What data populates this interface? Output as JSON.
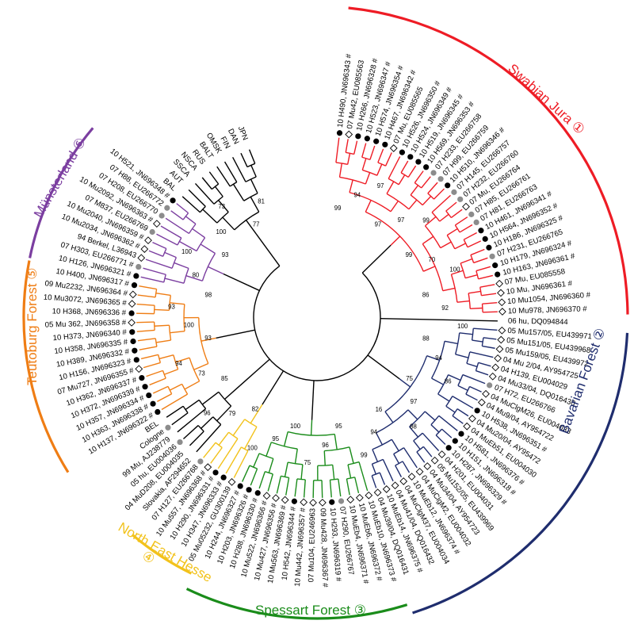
{
  "regions": {
    "swabian": {
      "name": "Swabian Jura",
      "symbol": "①",
      "color": "#ee1c25"
    },
    "bavarian": {
      "name": "Bavarian Forest",
      "symbol": "②",
      "color": "#1f2d6e"
    },
    "spessart": {
      "name": "Spessart Forest",
      "symbol": "③",
      "color": "#1a8c1a"
    },
    "nehesse": {
      "name": "North East Hesse",
      "symbol": "④",
      "color": "#f2c21b"
    },
    "teutoburg": {
      "name": "Teutoburg Forest",
      "symbol": "⑤",
      "color": "#ef7d14"
    },
    "muensterland": {
      "name": "Münsterland",
      "symbol": "⑥",
      "color": "#7b3ea0"
    },
    "outgroup": {
      "name": "",
      "symbol": "",
      "color": "#000000"
    }
  },
  "leaves": [
    {
      "label": "10 H490, JN696343 #",
      "marker": "filled",
      "region": "swabian"
    },
    {
      "label": "07 Mu42, EU085563",
      "marker": "open",
      "region": "swabian"
    },
    {
      "label": "10 H266, JN696328 #",
      "marker": "filled",
      "region": "swabian"
    },
    {
      "label": "10 H523, JN696347 #",
      "marker": "filled",
      "region": "swabian"
    },
    {
      "label": "10 H574, JN696354 #",
      "marker": "filled",
      "region": "swabian"
    },
    {
      "label": "10 H467, JN696342 #",
      "marker": "filled",
      "region": "swabian"
    },
    {
      "label": "07 Mu, EU085565",
      "marker": "open",
      "region": "swabian"
    },
    {
      "label": "10 H526, JN696350 #",
      "marker": "filled",
      "region": "swabian"
    },
    {
      "label": "10 H524, JN696349 #",
      "marker": "filled",
      "region": "swabian"
    },
    {
      "label": "10 H519, JN696345 #",
      "marker": "filled",
      "region": "swabian"
    },
    {
      "label": "10 H569, JN696353 #",
      "marker": "filled",
      "region": "swabian"
    },
    {
      "label": "07 H233, EU266758",
      "marker": "grey",
      "region": "swabian"
    },
    {
      "label": "07 H99, EU266759",
      "marker": "grey",
      "region": "swabian"
    },
    {
      "label": "10 H510, JN696346 #",
      "marker": "filled",
      "region": "swabian"
    },
    {
      "label": "07 H145, EU266757",
      "marker": "grey",
      "region": "swabian"
    },
    {
      "label": "07 H232, EU266760",
      "marker": "grey",
      "region": "swabian"
    },
    {
      "label": "07 Mu, EU266764",
      "marker": "open",
      "region": "swabian"
    },
    {
      "label": "07 H85, EU266761",
      "marker": "grey",
      "region": "swabian"
    },
    {
      "label": "07 H81, EU266763",
      "marker": "grey",
      "region": "swabian"
    },
    {
      "label": "10 H461, JN696341 #",
      "marker": "filled",
      "region": "swabian"
    },
    {
      "label": "10 H564, JN696352 #",
      "marker": "filled",
      "region": "swabian"
    },
    {
      "label": "10 H186, JN696325 #",
      "marker": "filled",
      "region": "swabian"
    },
    {
      "label": "07 H231, EU266765",
      "marker": "grey",
      "region": "swabian"
    },
    {
      "label": "10 H179, JN696324 #",
      "marker": "filled",
      "region": "swabian"
    },
    {
      "label": "10 H163, JN696361 #",
      "marker": "filled",
      "region": "swabian"
    },
    {
      "label": "07 Mu, EU085558",
      "marker": "open",
      "region": "swabian"
    },
    {
      "label": "10 Mu, JN696361 #",
      "marker": "open",
      "region": "swabian"
    },
    {
      "label": "10 Mu1054, JN696360 #",
      "marker": "open",
      "region": "swabian"
    },
    {
      "label": "10 Mu978, JN696370 #",
      "marker": "open",
      "region": "swabian"
    },
    {
      "label": "06 hu, DQ094844",
      "marker": "none",
      "region": "outgroup"
    },
    {
      "label": "05 Mu157/05, EU439971",
      "marker": "open",
      "region": "bavarian"
    },
    {
      "label": "05 Mu151/05, EU439968",
      "marker": "open",
      "region": "bavarian"
    },
    {
      "label": "05 Mu159/05, EU439972",
      "marker": "open",
      "region": "bavarian"
    },
    {
      "label": "04 Mu 2/04, AY954725",
      "marker": "open",
      "region": "bavarian"
    },
    {
      "label": "04 H139, EU004029",
      "marker": "open",
      "region": "bavarian"
    },
    {
      "label": "04 Mu33/04, DQ016430",
      "marker": "open",
      "region": "bavarian"
    },
    {
      "label": "07 H72, EU266766",
      "marker": "grey",
      "region": "bavarian"
    },
    {
      "label": "04 MuClgM26, EU004033",
      "marker": "open",
      "region": "bavarian"
    },
    {
      "label": "04 Mu9/04, AY954722",
      "marker": "open",
      "region": "bavarian"
    },
    {
      "label": "10 H538, JN696351 #",
      "marker": "filled",
      "region": "bavarian"
    },
    {
      "label": "04 Mu20/04, AY95472",
      "marker": "open",
      "region": "bavarian"
    },
    {
      "label": "04 MuEb51, EU004030",
      "marker": "open",
      "region": "bavarian"
    },
    {
      "label": "10 H581, JN696376 #",
      "marker": "filled",
      "region": "bavarian"
    },
    {
      "label": "10 H151, JN696318 #",
      "marker": "filled",
      "region": "bavarian"
    },
    {
      "label": "10 H287, JN696329 #",
      "marker": "filled",
      "region": "bavarian"
    },
    {
      "label": "04 H201, EU004031",
      "marker": "open",
      "region": "bavarian"
    },
    {
      "label": "05 Mu152/05, EU439969",
      "marker": "open",
      "region": "bavarian"
    },
    {
      "label": "04 Mu34/04, AY954723",
      "marker": "open",
      "region": "bavarian"
    },
    {
      "label": "04 MuClgM2, EU004032",
      "marker": "open",
      "region": "bavarian"
    },
    {
      "label": "10 MuEb12, JN696374 #",
      "marker": "open",
      "region": "bavarian"
    },
    {
      "label": "04 MuClgM37, EU004034",
      "marker": "open",
      "region": "bavarian"
    },
    {
      "label": "04 Mu41/04, DQ016432",
      "marker": "open",
      "region": "bavarian"
    },
    {
      "label": "10 MuEb14, JN696375 #",
      "marker": "open",
      "region": "bavarian"
    },
    {
      "label": "04 Mu39/04, DQ016431",
      "marker": "open",
      "region": "bavarian"
    },
    {
      "label": "10 MuEb10, JN696373 #",
      "marker": "open",
      "region": "spessart"
    },
    {
      "label": "10 MuEb6, JN696372 #",
      "marker": "open",
      "region": "spessart"
    },
    {
      "label": "10 MuEb4, JN696371 #",
      "marker": "open",
      "region": "spessart"
    },
    {
      "label": "07 H290, EU266767",
      "marker": "grey",
      "region": "spessart"
    },
    {
      "label": "10 H293, JN696319 #",
      "marker": "filled",
      "region": "spessart"
    },
    {
      "label": "09 Mu428, JN696367 #",
      "marker": "open",
      "region": "spessart"
    },
    {
      "label": "07 Mu104, EU246963",
      "marker": "open",
      "region": "spessart"
    },
    {
      "label": "10 Mu442, JN696357 #",
      "marker": "open",
      "region": "spessart"
    },
    {
      "label": "10 H542, JN696344 #",
      "marker": "filled",
      "region": "spessart"
    },
    {
      "label": "10 Mu563, JN696369 #",
      "marker": "open",
      "region": "spessart"
    },
    {
      "label": "10 Mu427, JN696356 #",
      "marker": "open",
      "region": "spessart"
    },
    {
      "label": "10 Mu522, JN696366 #",
      "marker": "open",
      "region": "spessart"
    },
    {
      "label": "10 H288, JN696330 #",
      "marker": "filled",
      "region": "spessart"
    },
    {
      "label": "10 H203, JN696326 #",
      "marker": "filled",
      "region": "spessart"
    },
    {
      "label": "10 H244, JN696327 #",
      "marker": "filled",
      "region": "spessart"
    },
    {
      "label": "05 Mu05232, GU300139",
      "marker": "open",
      "region": "nehesse"
    },
    {
      "label": "10 H347, JN696333 #",
      "marker": "filled",
      "region": "nehesse"
    },
    {
      "label": "10 H290, JN696331 #",
      "marker": "filled",
      "region": "nehesse"
    },
    {
      "label": "10 Mu557, JN696368 #",
      "marker": "open",
      "region": "nehesse"
    },
    {
      "label": "07 H127, EU266768",
      "marker": "grey",
      "region": "nehesse"
    },
    {
      "label": "Slovakia, AF294652",
      "marker": "none",
      "region": "outgroup"
    },
    {
      "label": "04 MuD208, EU004035",
      "marker": "none",
      "region": "outgroup"
    },
    {
      "label": "05 hu, EU004036",
      "marker": "grey",
      "region": "outgroup"
    },
    {
      "label": "99 Mu, AJ238779",
      "marker": "none",
      "region": "outgroup"
    },
    {
      "label": "Cologne",
      "marker": "grey",
      "region": "outgroup"
    },
    {
      "label": "BEL",
      "marker": "none",
      "region": "outgroup"
    },
    {
      "label": "10 H137, JN696322 #",
      "marker": "filled",
      "region": "teutoburg"
    },
    {
      "label": "10 H363, JN696338 #",
      "marker": "filled",
      "region": "teutoburg"
    },
    {
      "label": "10 H357, JN696334 #",
      "marker": "filled",
      "region": "teutoburg"
    },
    {
      "label": "10 H372, JN696339 #",
      "marker": "filled",
      "region": "teutoburg"
    },
    {
      "label": "10 H362, JN696337 #",
      "marker": "filled",
      "region": "teutoburg"
    },
    {
      "label": "07 Mu727, JN696355 #",
      "marker": "open",
      "region": "teutoburg"
    },
    {
      "label": "10 H156, JN696323 #",
      "marker": "filled",
      "region": "teutoburg"
    },
    {
      "label": "10 H389, JN696332 #",
      "marker": "filled",
      "region": "teutoburg"
    },
    {
      "label": "10 H358, JN696335 #",
      "marker": "filled",
      "region": "teutoburg"
    },
    {
      "label": "10 H373, JN696340 #",
      "marker": "filled",
      "region": "teutoburg"
    },
    {
      "label": "05 Mu 362, JN696358 #",
      "marker": "open",
      "region": "teutoburg"
    },
    {
      "label": "10 H368, JN696336 #",
      "marker": "filled",
      "region": "teutoburg"
    },
    {
      "label": "10 Mu3072, JN696365 #",
      "marker": "open",
      "region": "teutoburg"
    },
    {
      "label": "09 Mu2232, JN696364 #",
      "marker": "open",
      "region": "teutoburg"
    },
    {
      "label": "10 H400, JN696317 #",
      "marker": "filled",
      "region": "teutoburg"
    },
    {
      "label": "10 H126, JN696321 #",
      "marker": "filled",
      "region": "muensterland"
    },
    {
      "label": "07 H303, EU266771 #",
      "marker": "grey",
      "region": "muensterland"
    },
    {
      "label": "94 Berkel, L36943",
      "marker": "open",
      "region": "muensterland"
    },
    {
      "label": "10 Mu2034, JN696362 #",
      "marker": "open",
      "region": "muensterland"
    },
    {
      "label": "10 Mu2040, JN696359 #",
      "marker": "open",
      "region": "muensterland"
    },
    {
      "label": "07 M837, EU266769",
      "marker": "grey",
      "region": "muensterland"
    },
    {
      "label": "10 Mu2092, JN696363 #",
      "marker": "open",
      "region": "muensterland"
    },
    {
      "label": "07 H208, EU266770",
      "marker": "grey",
      "region": "muensterland"
    },
    {
      "label": "07 H88, EU266772",
      "marker": "grey",
      "region": "muensterland"
    },
    {
      "label": "10 H521, JN696348 #",
      "marker": "filled",
      "region": "muensterland"
    },
    {
      "label": "BAL",
      "marker": "none",
      "region": "outgroup"
    },
    {
      "label": "AUT",
      "marker": "none",
      "region": "outgroup"
    },
    {
      "label": "SSCA",
      "marker": "none",
      "region": "outgroup"
    },
    {
      "label": "NSCA",
      "marker": "none",
      "region": "outgroup"
    },
    {
      "label": "RUS",
      "marker": "none",
      "region": "outgroup"
    },
    {
      "label": "BALT",
      "marker": "none",
      "region": "outgroup"
    },
    {
      "label": "OMSK",
      "marker": "none",
      "region": "outgroup"
    },
    {
      "label": "FIN",
      "marker": "none",
      "region": "outgroup"
    },
    {
      "label": "DAN",
      "marker": "none",
      "region": "outgroup"
    },
    {
      "label": "JPN",
      "marker": "none",
      "region": "outgroup"
    }
  ],
  "bootstraps": [
    "99",
    "94",
    "97",
    "97",
    "97",
    "99",
    "99",
    "70",
    "100",
    "86",
    "92",
    "100",
    "88",
    "94",
    "86",
    "75",
    "97",
    "88",
    "16",
    "94",
    "99",
    "95",
    "96",
    "75",
    "100",
    "95",
    "100",
    "82",
    "79",
    "96",
    "85",
    "73",
    "94",
    "93",
    "100",
    "93",
    "98",
    "80",
    "100",
    "93",
    "100",
    "73",
    "77",
    "81"
  ]
}
